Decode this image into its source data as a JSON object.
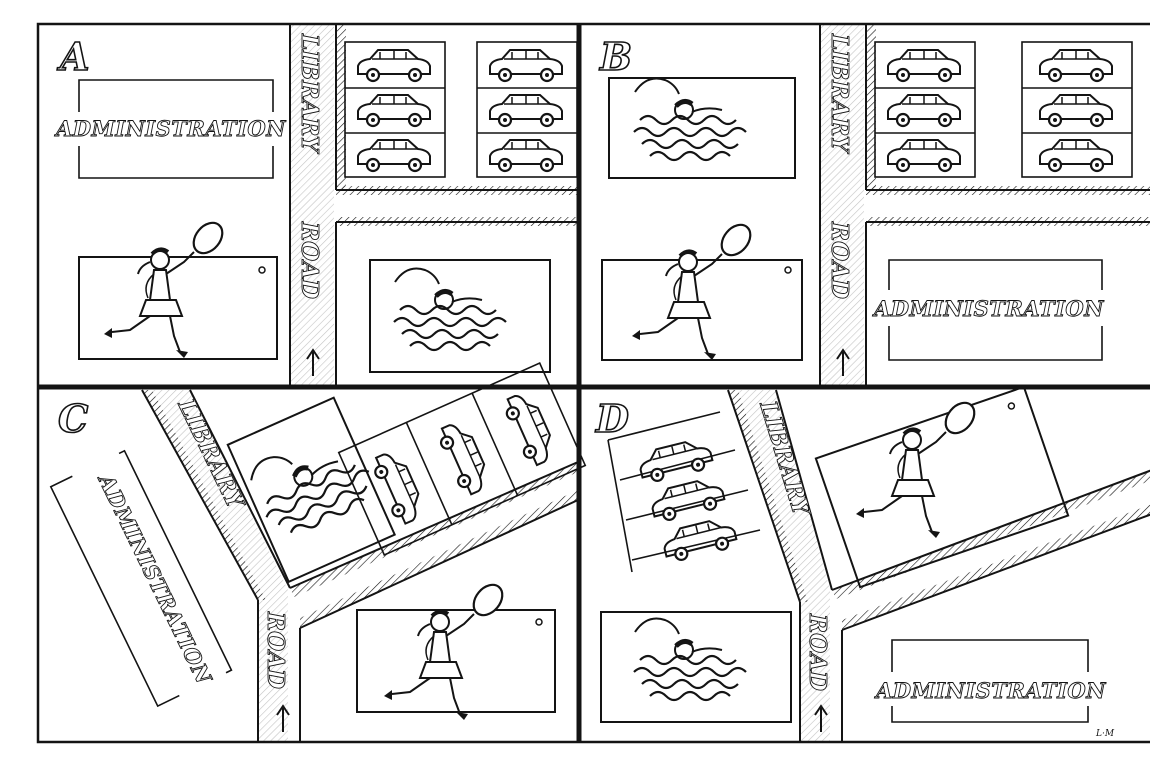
{
  "panels": [
    {
      "letter": "A",
      "admin": "ADMINISTRATION",
      "road_1": "LIBRARY",
      "road_2": "ROAD"
    },
    {
      "letter": "B",
      "admin": "ADMINISTRATION",
      "road_1": "LIBRARY",
      "road_2": "ROAD"
    },
    {
      "letter": "C",
      "admin": "ADMINISTRATION",
      "road_1": "LIBRARY",
      "road_2": "ROAD"
    },
    {
      "letter": "D",
      "admin": "ADMINISTRATION",
      "road_1": "LIBRARY",
      "road_2": "ROAD"
    }
  ],
  "artist_mark": "L·M",
  "colors": {
    "ink": "#141414",
    "paper": "#ffffff"
  },
  "icons": [
    "tennis-player-icon",
    "swimmer-icon",
    "car-icon",
    "north-arrow-icon",
    "tennis-court-icon",
    "pool-icon",
    "parking-lot-icon"
  ]
}
